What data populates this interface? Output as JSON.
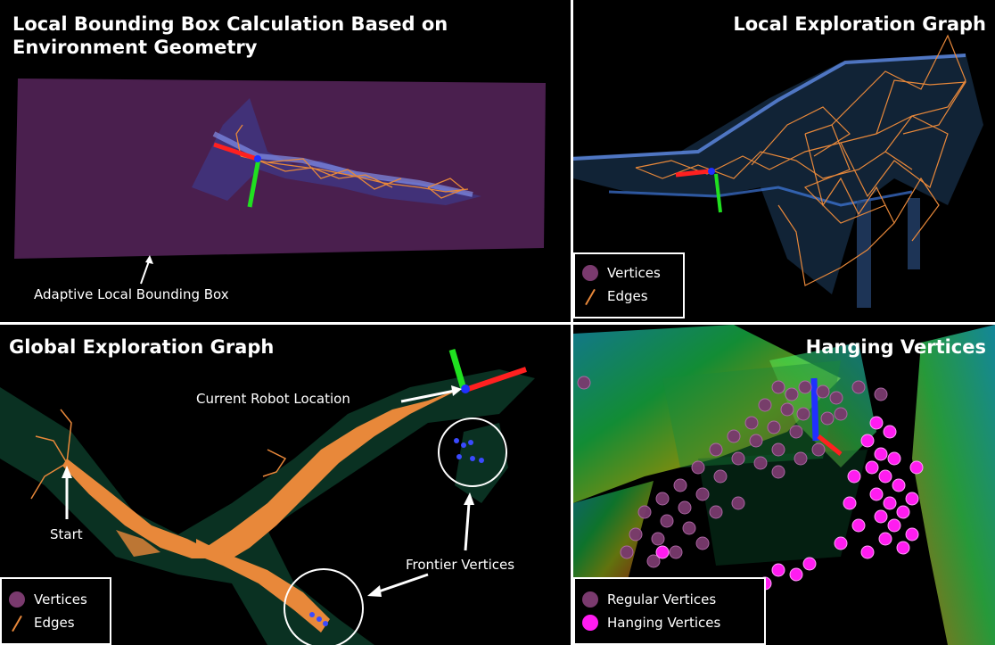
{
  "panels": {
    "top_left": {
      "title": "Local Bounding Box Calculation Based on Environment Geometry",
      "annotation": "Adaptive Local Bounding Box"
    },
    "top_right": {
      "title": "Local Exploration Graph",
      "legend": {
        "vertices": "Vertices",
        "edges": "Edges"
      }
    },
    "bottom_left": {
      "title": "Global Exploration Graph",
      "annotations": {
        "robot": "Current Robot Location",
        "start": "Start",
        "frontier": "Frontier Vertices"
      },
      "legend": {
        "vertices": "Vertices",
        "edges": "Edges"
      }
    },
    "bottom_right": {
      "title": "Hanging Vertices",
      "legend": {
        "regular": "Regular Vertices",
        "hanging": "Hanging Vertices"
      }
    }
  },
  "colors": {
    "vertex": "#7a3a6e",
    "hanging_vertex": "#ff1cf0",
    "edge": "#e8883a",
    "bbox": "#4a1f4e",
    "axis_x": "#ff2020",
    "axis_y": "#20e020",
    "axis_z": "#2030ff"
  }
}
